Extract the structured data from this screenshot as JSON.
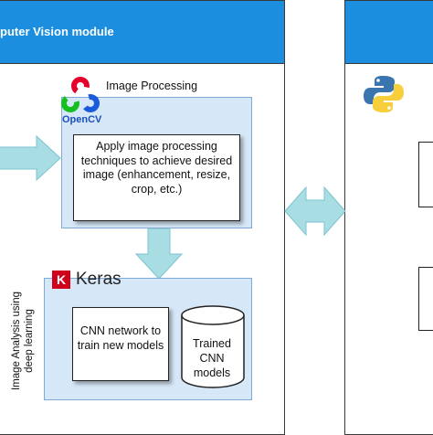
{
  "modules": {
    "left_title": "puter Vision module"
  },
  "image_processing": {
    "label": "Image Processing",
    "opencv_label": "OpenCV",
    "box_text": "Apply image processing techniques to achieve desired image (enhancement, resize, crop, etc.)"
  },
  "image_analysis": {
    "keras_logo_letter": "K",
    "keras_label": "Keras",
    "vertical_label": "Image Analysis using deep learning",
    "cnn_box_text": "CNN network to train new models",
    "trained_text": "Trained CNN models"
  },
  "colors": {
    "header_blue": "#1b8ee0",
    "group_fill": "#d6e7f7",
    "arrow_fill": "#a8dde4",
    "keras_red": "#d0021b"
  },
  "icons": [
    "opencv-logo-icon",
    "python-logo-icon",
    "keras-logo-icon",
    "database-cylinder-icon"
  ]
}
